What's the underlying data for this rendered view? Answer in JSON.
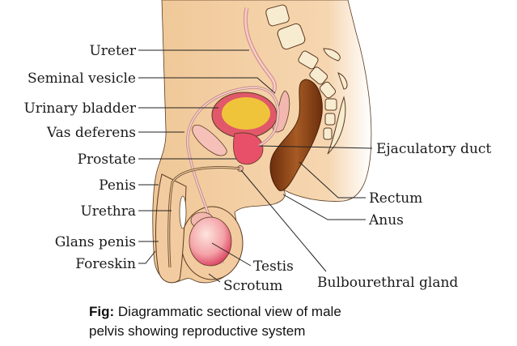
{
  "labels": {
    "ureter": "Ureter",
    "seminal_vesicle": "Seminal vesicle",
    "urinary_bladder": "Urinary bladder",
    "vas_deferens": "Vas deferens",
    "prostate": "Prostate",
    "penis": "Penis",
    "urethra": "Urethra",
    "glans_penis": "Glans penis",
    "foreskin": "Foreskin",
    "ejaculatory_duct": "Ejaculatory duct",
    "rectum": "Rectum",
    "anus": "Anus",
    "testis": "Testis",
    "scrotum": "Scrotum",
    "bulbourethral_gland": "Bulbourethral gland"
  },
  "caption": {
    "prefix": "Fig:",
    "text": "Diagrammatic sectional view of male pelvis showing reproductive system"
  },
  "colors": {
    "skin": "#f3cfa4",
    "bladder_wall": "#e0586a",
    "bladder_content": "#f0c43a",
    "rectum": "#8a4418",
    "bone": "#f8ecd0",
    "tissue_pink": "#f2b8b0"
  }
}
